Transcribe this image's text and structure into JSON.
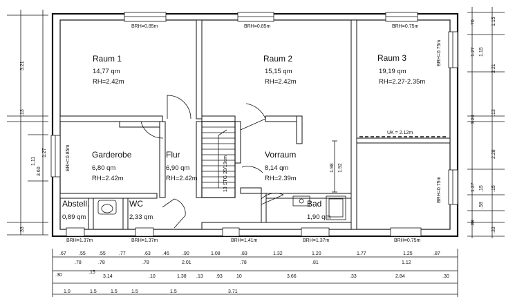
{
  "rooms": {
    "raum1": {
      "name": "Raum 1",
      "area": "14,77 qm",
      "rh": "RH=2.42m"
    },
    "raum2": {
      "name": "Raum 2",
      "area": "15,15 qm",
      "rh": "RH=2.42m"
    },
    "raum3": {
      "name": "Raum 3",
      "area": "19,19 qm",
      "rh": "RH=2.27-2.35m"
    },
    "garderobe": {
      "name": "Garderobe",
      "area": "6,80 qm",
      "rh": "RH=2.42m"
    },
    "flur": {
      "name": "Flur",
      "area": "6,90 qm",
      "rh": "RH=2.42m"
    },
    "vorraum": {
      "name": "Vorraum",
      "area": "8,14 qm",
      "rh": "RH=2.39m"
    },
    "abstell": {
      "name": "Abstell.",
      "area": "0,89 qm"
    },
    "wc": {
      "name": "WC",
      "area": "2,33 qm"
    },
    "bad": {
      "name": "Bad",
      "area": "1,90 qm"
    }
  },
  "stair": {
    "label": "13 STG 20/19cm"
  },
  "uk_label": "UK = 2.12m",
  "window_labels": {
    "top_left": "BRH=0.85m",
    "top_mid": "BRH=0.85m",
    "top_right": "BRH=0.75m",
    "right_upper": "BRH=0.75m",
    "right_lower": "BRH=0.75m",
    "left": "BRH=0.85m",
    "bottom_1": "BRH=1.37m",
    "bottom_2": "BRH=1.37m",
    "bottom_3": "BRH=1.41m",
    "bottom_4": "BRH=1.37m",
    "bottom_5": "BRH=0.75m"
  },
  "interior_dims": {
    "d1": "1.98",
    "d2": "1.92"
  },
  "dims_left": {
    "outer": [
      "3.21",
      ".13",
      "3.60",
      ".33"
    ],
    "inner": [
      "1.11",
      "1.27"
    ]
  },
  "dims_right": {
    "inner": [
      ".70",
      "1.27",
      "1.15",
      "3.24",
      "1.27",
      ".15",
      ".58",
      ".89"
    ],
    "outer": [
      "1.15",
      "3.21",
      ".13",
      "2.28",
      ".15",
      ".33"
    ]
  },
  "dims_bottom": {
    "row1": [
      ".67",
      ".55",
      ".55",
      ".77",
      ".63",
      ".46",
      ".90",
      "1.08",
      ".83",
      "1.32",
      "1.20",
      "1.77",
      "1.25",
      ".87"
    ],
    "row2": [
      ".78",
      ".78",
      ".78",
      "2.01",
      ".78",
      ".81",
      "1.12"
    ],
    "row3": [
      ".15",
      ".30",
      "3.14",
      ".10",
      "1.38",
      ".13",
      ".93",
      "10",
      "3.66",
      ".33",
      "2.84",
      ".30"
    ],
    "row4": [
      "1.0",
      "1.5",
      "1.5",
      "1.5",
      "1.5",
      "3.71"
    ]
  }
}
